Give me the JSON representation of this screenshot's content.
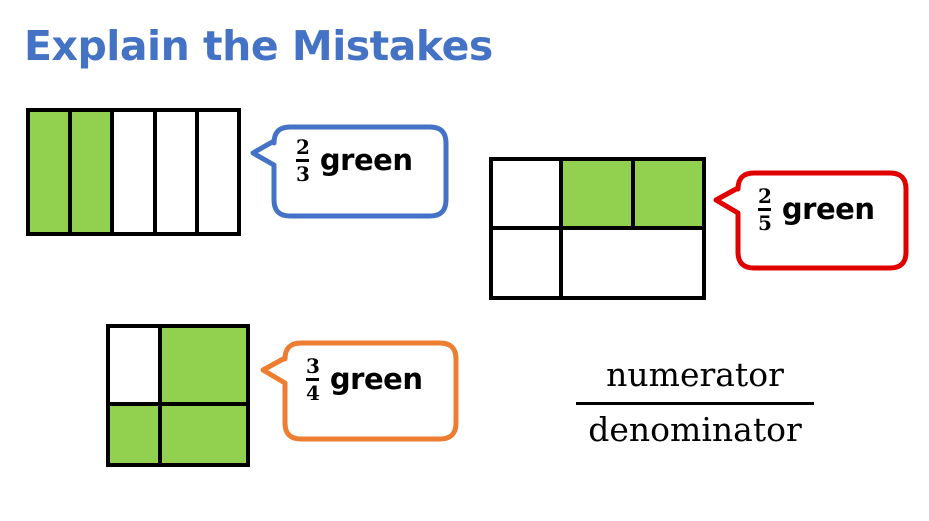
{
  "title": "Explain the Mistakes",
  "colors": {
    "title": "#4472C4",
    "shaded": "#92D050",
    "bubble_blue": "#4472C4",
    "bubble_red": "#E00000",
    "bubble_orange": "#ED7D31"
  },
  "models": [
    {
      "id": "model-1",
      "description": "Rectangle split into 5 equal vertical columns, first 2 shaded green",
      "parts": 5,
      "shaded": 2,
      "bubble": {
        "color": "blue",
        "numerator": "2",
        "denominator": "3",
        "word": "green"
      }
    },
    {
      "id": "model-2",
      "description": "Rectangle with 5 unequal parts: top row 3 parts (2 right shaded), bottom row 2 parts",
      "parts": 5,
      "shaded": 2,
      "bubble": {
        "color": "red",
        "numerator": "2",
        "denominator": "5",
        "word": "green"
      }
    },
    {
      "id": "model-3",
      "description": "Square split into 4 unequal parts, 3 shaded green",
      "parts": 4,
      "shaded": 3,
      "bubble": {
        "color": "orange",
        "numerator": "3",
        "denominator": "4",
        "word": "green"
      }
    }
  ],
  "definition": {
    "numerator": "numerator",
    "denominator": "denominator"
  }
}
